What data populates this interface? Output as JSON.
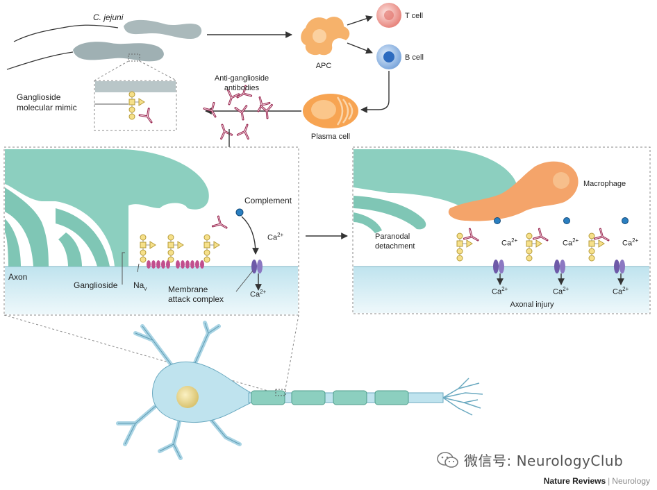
{
  "labels": {
    "c_jejuni": "C. jejuni",
    "apc": "APC",
    "t_cell": "T cell",
    "b_cell": "B cell",
    "plasma_cell": "Plasma cell",
    "anti_ganglioside_1": "Anti-ganglioside",
    "anti_ganglioside_2": "antibodies",
    "mimic_1": "Ganglioside",
    "mimic_2": "molecular mimic",
    "complement": "Complement",
    "axon": "Axon",
    "ganglioside": "Ganglioside",
    "na": "Na",
    "na_sub": "v",
    "mac_1": "Membrane",
    "mac_2": "attack complex",
    "ca": "Ca",
    "ca_sup": "2+",
    "macrophage": "Macrophage",
    "paranodal_1": "Paranodal",
    "paranodal_2": "detachment",
    "axonal_injury": "Axonal injury"
  },
  "watermark": "微信号: NeurologyClub",
  "footer": {
    "publisher": "Nature Reviews",
    "separator": "|",
    "journal": "Neurology"
  },
  "colors": {
    "bacterium": "#aab9bb",
    "myelin": "#8ccfbf",
    "axon_fill": "#d4ecf4",
    "antibody": "#9a2a52",
    "sugar_yellow": "#f6e08a",
    "channel": "#6e5aa8",
    "nav": "#c14f8e",
    "apc": "#f6b26b",
    "t_cell": "#ec8a84",
    "b_cell": "#5e93d0",
    "plasma": "#f49a4a",
    "macrophage": "#f4a46a",
    "complement": "#2a7fc0"
  }
}
